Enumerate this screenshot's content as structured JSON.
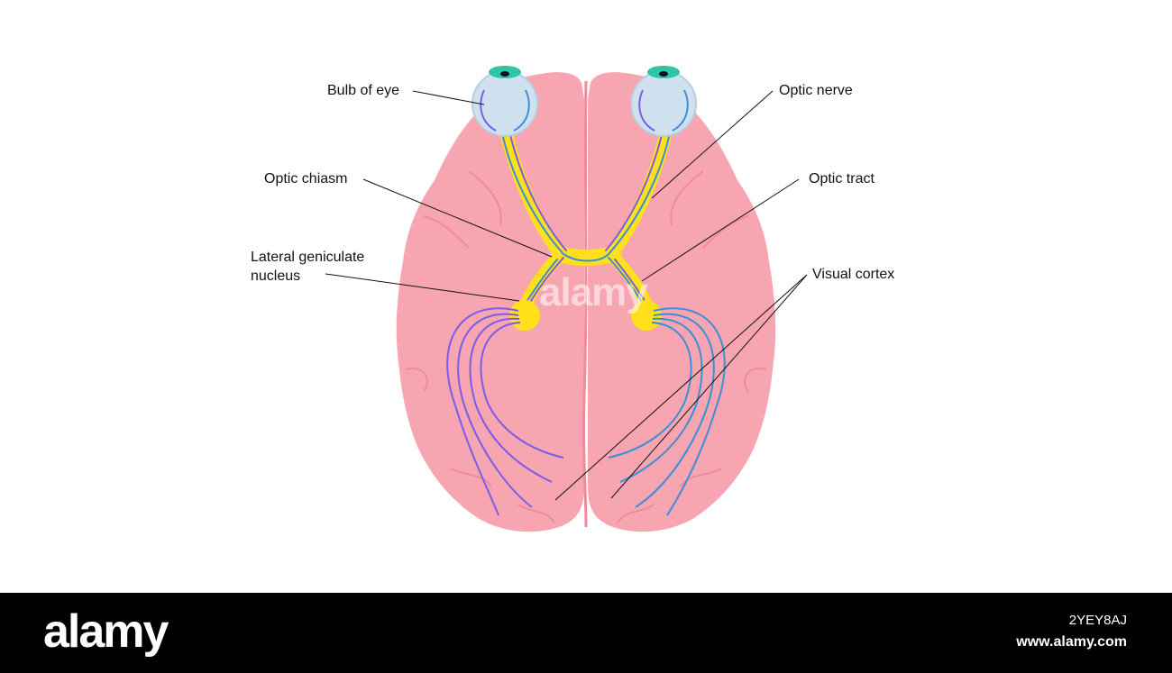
{
  "labels": {
    "bulb_of_eye": "Bulb of eye",
    "optic_chiasm": "Optic chiasm",
    "lateral_geniculate": "Lateral geniculate\nnucleus",
    "optic_nerve": "Optic nerve",
    "optic_tract": "Optic tract",
    "visual_cortex": "Visual cortex"
  },
  "watermark": "alamy",
  "footer": {
    "brand": "alamy",
    "image_id": "2YEY8AJ",
    "site": "www.alamy.com"
  },
  "colors": {
    "brain": "#f7a5b0",
    "brain_folds": "#ef8b9b",
    "eye_ball": "#cfe0ee",
    "iris": "#2ec4a8",
    "nerve_yellow": "#ffe01a",
    "fiber_blue": "#3a8fd9",
    "fiber_purple": "#7a5ce8"
  }
}
